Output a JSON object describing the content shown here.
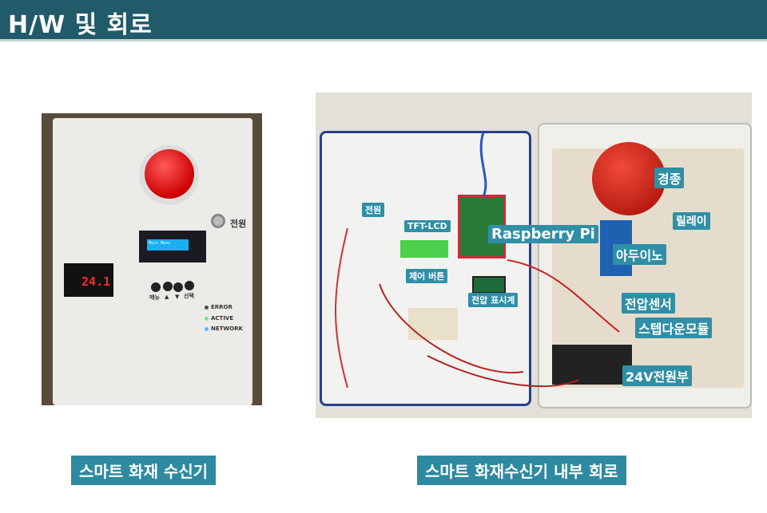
{
  "header": {
    "title": "H/W 및 회로"
  },
  "left_photo": {
    "caption": "스마트 화재 수신기",
    "display_value": "24.1",
    "lcd_text": "Main Menu",
    "power_label": "전원",
    "buttons": [
      "메뉴",
      "▲",
      "▼",
      "선택"
    ],
    "status_leds": [
      {
        "label": "ERROR",
        "color": "#3a5a3a"
      },
      {
        "label": "ACTIVE",
        "color": "#6ef08a"
      },
      {
        "label": "NETWORK",
        "color": "#5ab8ff"
      }
    ]
  },
  "right_photo": {
    "caption": "스마트 화재수신기 내부 회로",
    "labels": [
      "전원",
      "TFT-LCD",
      "제어 버튼",
      "전압 표시계",
      "Raspberry Pi",
      "경종",
      "릴레이",
      "아두이노",
      "전압센서",
      "스텝다운모듈",
      "24V전원부"
    ]
  },
  "colors": {
    "header": "#215a69",
    "label": "#2f8fa6"
  }
}
